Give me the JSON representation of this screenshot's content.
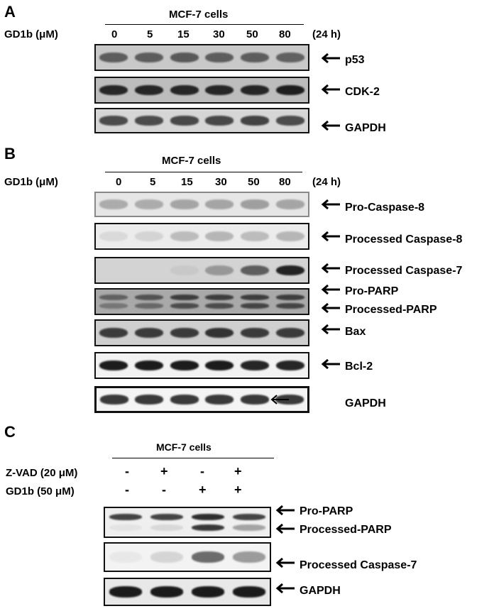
{
  "panel_a": {
    "letter": "A",
    "cell_line": "MCF-7 cells",
    "treatment_label": "GD1b (μM)",
    "doses": [
      "0",
      "5",
      "15",
      "30",
      "50",
      "80"
    ],
    "time": "(24 h)",
    "blots": [
      {
        "label": "p53",
        "bg": "#c9c9c9",
        "band": "#3a3a3a",
        "intensities": [
          0.75,
          0.75,
          0.78,
          0.75,
          0.75,
          0.72
        ]
      },
      {
        "label": "CDK-2",
        "bg": "#bdbdbd",
        "band": "#1e1e1e",
        "intensities": [
          0.95,
          0.95,
          0.95,
          0.95,
          0.95,
          1.0
        ]
      },
      {
        "label": "GAPDH",
        "bg": "#d6d6d6",
        "band": "#2a2a2a",
        "intensities": [
          0.8,
          0.8,
          0.82,
          0.82,
          0.85,
          0.8
        ]
      }
    ]
  },
  "panel_b": {
    "letter": "B",
    "cell_line": "MCF-7 cells",
    "treatment_label": "GD1b (μM)",
    "doses": [
      "0",
      "5",
      "15",
      "30",
      "50",
      "80"
    ],
    "time": "(24 h)",
    "blots": [
      {
        "labels": [
          "Pro-Caspase-8"
        ],
        "bg": "#e6e6e6",
        "band": "#666",
        "intensities": [
          0.45,
          0.45,
          0.5,
          0.5,
          0.55,
          0.5
        ]
      },
      {
        "labels": [
          "Processed Caspase-8"
        ],
        "bg": "#ececec",
        "band": "#777",
        "intensities": [
          0.15,
          0.2,
          0.4,
          0.45,
          0.4,
          0.45
        ]
      },
      {
        "labels": [
          "Processed Caspase-7"
        ],
        "bg": "#d3d3d3",
        "band": "#111",
        "intensities": [
          0.0,
          0.0,
          0.05,
          0.3,
          0.6,
          0.9
        ]
      },
      {
        "labels": [
          "Pro-PARP",
          "Processed-PARP"
        ],
        "bg": "#a9a9a9",
        "band": "#1a1a1a",
        "intensities": [
          0.5,
          0.6,
          0.75,
          0.75,
          0.75,
          0.75
        ]
      },
      {
        "labels": [
          "Bax"
        ],
        "bg": "#cfcfcf",
        "band": "#222",
        "intensities": [
          0.85,
          0.85,
          0.85,
          0.9,
          0.85,
          0.85
        ]
      },
      {
        "labels": [
          "Bcl-2"
        ],
        "bg": "#f2f2f2",
        "band": "#111",
        "intensities": [
          0.95,
          0.95,
          0.95,
          0.95,
          0.9,
          0.9
        ]
      },
      {
        "labels": [
          "GAPDH"
        ],
        "bg": "#f4f4f4",
        "band": "#1a1a1a",
        "intensities": [
          0.85,
          0.85,
          0.85,
          0.85,
          0.85,
          0.85
        ]
      }
    ]
  },
  "panel_c": {
    "letter": "C",
    "cell_line": "MCF-7 cells",
    "row1_label": "Z-VAD (20 μM)",
    "row1_signs": [
      "-",
      "+",
      "-",
      "+"
    ],
    "row2_label": "GD1b (50 μM)",
    "row2_signs": [
      "-",
      "-",
      "+",
      "+"
    ],
    "blots": [
      {
        "labels": [
          "Pro-PARP",
          "Processed-PARP"
        ],
        "bg": "#efefef",
        "band": "#1a1a1a",
        "intensities": [
          0.8,
          0.8,
          0.9,
          0.8
        ]
      },
      {
        "labels": [
          "Processed Caspase-7"
        ],
        "bg": "#f3f3f3",
        "band": "#333",
        "intensities": [
          0.05,
          0.15,
          0.7,
          0.45
        ]
      },
      {
        "labels": [
          "GAPDH"
        ],
        "bg": "#e8e8e8",
        "band": "#111",
        "intensities": [
          0.95,
          0.95,
          0.95,
          0.95
        ]
      }
    ]
  }
}
